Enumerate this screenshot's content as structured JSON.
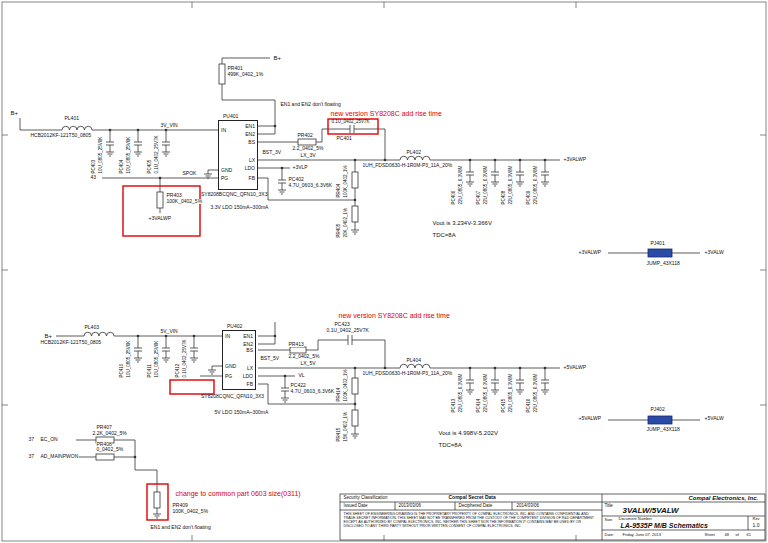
{
  "diagram": {
    "nodes": [
      {
        "text": [
          "PU401",
          "IN",
          "GND",
          "PG",
          "EN1",
          "EN2",
          "BS",
          "LX",
          "LDO",
          "FB",
          "SY8208BCQNC_QFN10_3X3"
        ]
      },
      {
        "text": [
          "PU402",
          "IN",
          "GND",
          "PG",
          "EN1",
          "EN2",
          "BS",
          "LX",
          "LDO",
          "FB",
          "SY8208CQNC_QFN10_3X3"
        ]
      }
    ],
    "labels": [
      "PR401",
      "499K_0402_1%",
      "B+",
      "EN1 and EN2 don't floating",
      "new version SY8208C add rise time",
      "B+",
      "PL401",
      "HCB2012KF-121T50_0805",
      "3V_VIN",
      "PC403",
      "10U_0805_25V6K",
      "PC404",
      "10U_0805_25V6K",
      "PC405",
      "0.1U_0402_25V7K",
      "43",
      "SPOK",
      "PR403",
      "100K_0402_5%",
      "+3VALWP",
      "BST_3V",
      "PR402",
      "2.2_0402_5%",
      "PC401",
      "0.1U_0402_25V7K",
      "LX_3V",
      "PL402",
      "1UH_FDSD0630-H-1R0M-P3_11A_20%",
      "+3VLP",
      "PC402",
      "4.7U_0603_6.3V6K",
      "PR404",
      "100K_0402_1%",
      "PR405",
      "20K_0402_1%",
      "3.3V LDO 150mA~300mA",
      "PC406",
      "22U_0805_6.3V6M",
      "PC407",
      "22U_0805_6.3V6M",
      "PC408",
      "22U_0805_6.3V6M",
      "PC409",
      "22U_0805_6.3V6M",
      "+3VALWP",
      "Vout is 3.234V-3.366V",
      "TDC=8A",
      "+3VALWP",
      "PJ401",
      "+3VALW",
      "JUMP_43X118",
      "new version SY8208C add rise time",
      "B+",
      "PL403",
      "HCB2012KF-121T50_0805",
      "5V_VIN",
      "PC410",
      "10U_0805_25V6K",
      "PC411",
      "10U_0805_25V6K",
      "PC412",
      "0.1U_0402_25V7K",
      "PR413",
      "2.2_0402_5%",
      "BST_5V",
      "PC423",
      "0.1U_0402_25V7K",
      "LX_5V",
      "PL404",
      "1UH_FDSD0630-H-1R0M-P3_11A_20%",
      "VL",
      "PC422",
      "4.7U_0603_6.3V6K",
      "PR414",
      "100K_0402_1%",
      "PR415",
      "15K_0402_1%",
      "5V LDO 150mA~300mA",
      "PC413",
      "22U_0805_6.3V6M",
      "PC414",
      "22U_0805_6.3V6M",
      "PC415",
      "22U_0805_6.3V6M",
      "PC416",
      "22U_0805_6.3V6M",
      "+5VALWP",
      "Vout is 4.998V-5.202V",
      "TDC=8A",
      "+5VALWP",
      "PJ402",
      "+5VALW",
      "JUMP_43X118",
      "37",
      "EC_ON",
      "37",
      "AD_MAINPWON",
      "PR407",
      "2.2K_0402_5%",
      "PR408",
      "0_0402_5%",
      "change to common part 0603 size(0311)",
      "PR409",
      "100K_0402_5%",
      "EN1 and EN2 don't floating",
      "Security Classification",
      "Compal Secret Data",
      "Issued Date",
      "2013/03/06",
      "Deciphered Date",
      "2014/03/06",
      "THIS SHEET OF ENGINEERING DRAWING IS THE PROPRIETARY PROPERTY OF COMPAL ELECTRONICS, INC. AND CONTAINS CONFIDENTIAL AND TRADE SECRET INFORMATION. THIS SHEET MAY NOT BE TRANSFERED FROM THE CUSTODY OF THE COMPETENT DIVISION OF R&D DEPARTMENT EXCEPT AS AUTHORIZED BY COMPAL ELECTRONICS, INC. NEITHER THIS SHEET NOR THE INFORMATION IT CONTAINS MAY BE USED BY OR DISCLOSED TO ANY THIRD PARTY WITHOUT PRIOR WRITTEN CONSENT OF COMPAL ELECTRONICS, INC.",
      "Title",
      "Compal Electronics, Inc.",
      "3VALW/5VALW",
      "Size",
      "Document Number",
      "Rev",
      "LA-9535P M/B Schematics",
      "1.0",
      "Date:",
      "Friday, June 07, 2013",
      "Sheet",
      "48",
      "of",
      "61"
    ]
  }
}
